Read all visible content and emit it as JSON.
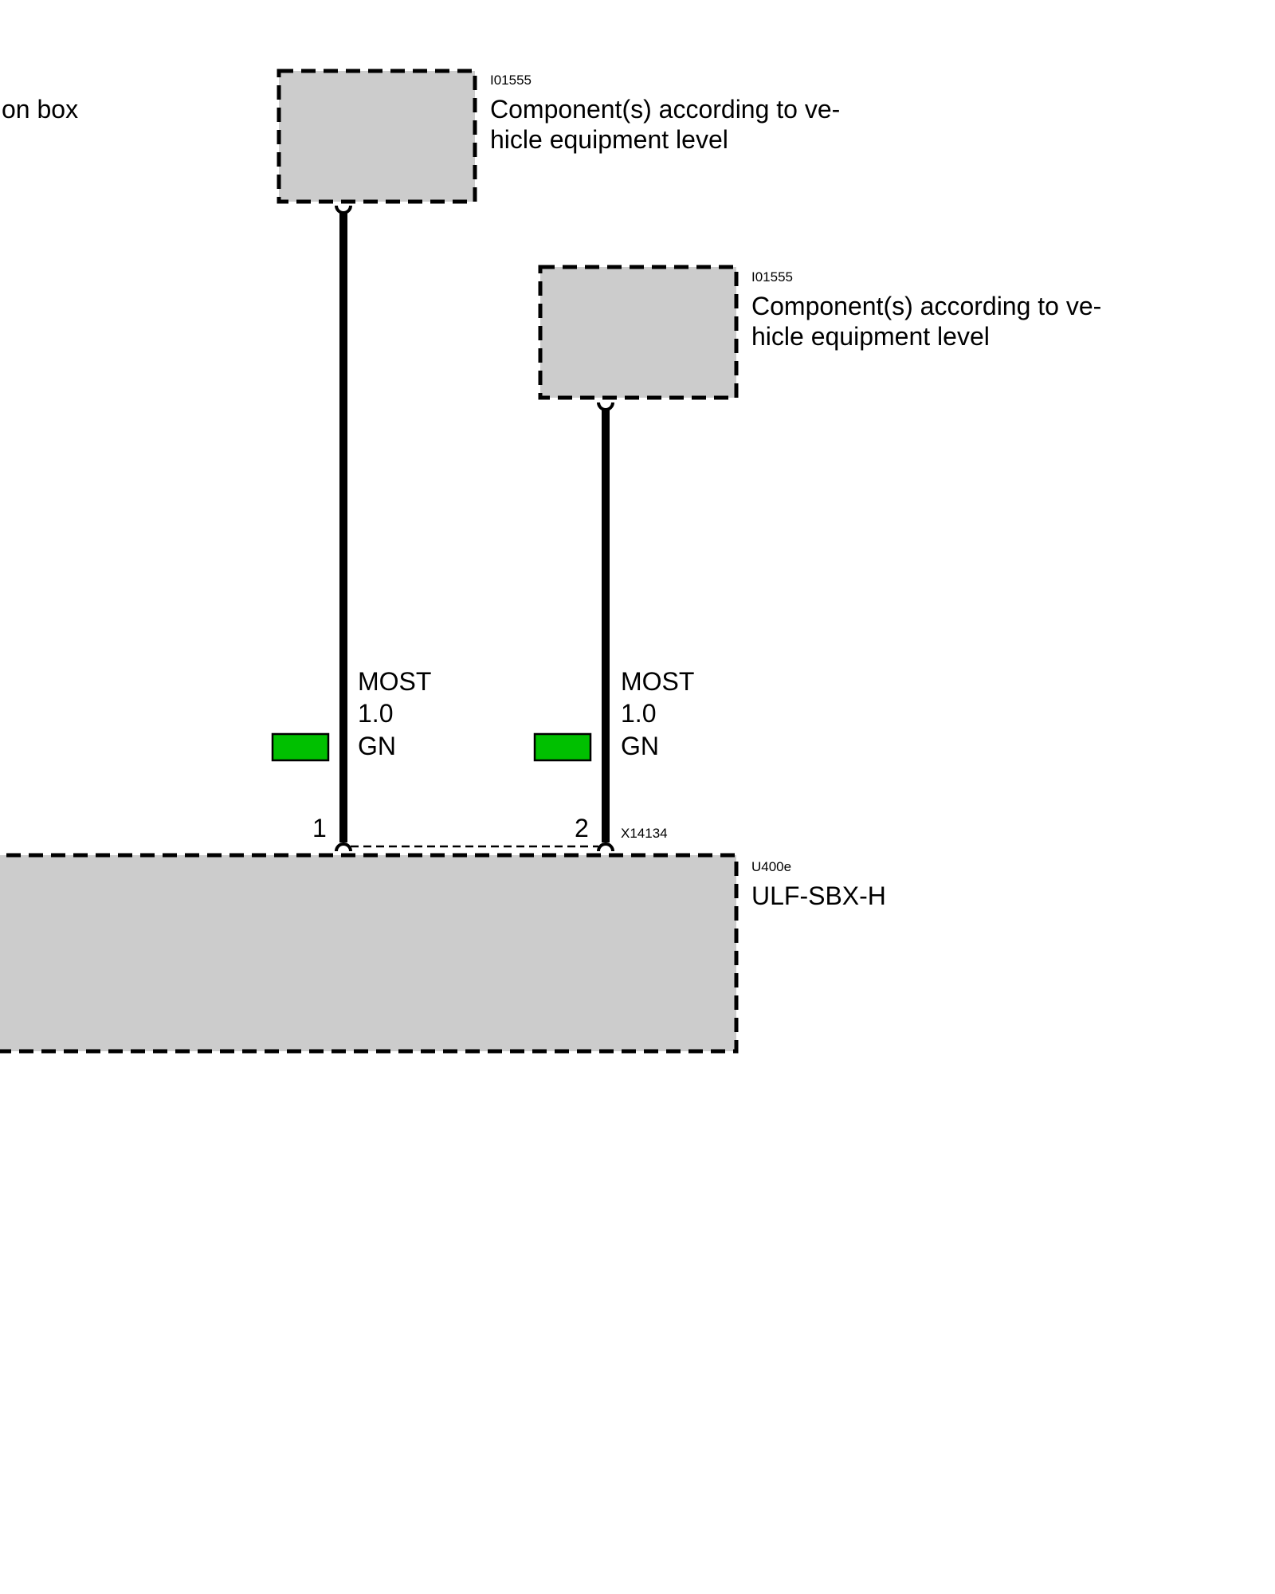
{
  "partial_label": "on box",
  "components": [
    {
      "id": "I01555",
      "description_line1": "Component(s) according to ve-",
      "description_line2": "hicle equipment level"
    },
    {
      "id": "I01555",
      "description_line1": "Component(s) according to ve-",
      "description_line2": "hicle equipment level"
    }
  ],
  "wires": [
    {
      "bus": "MOST",
      "gauge": "1.0",
      "color_code": "GN",
      "color_hex": "#00c000",
      "pin": "1"
    },
    {
      "bus": "MOST",
      "gauge": "1.0",
      "color_code": "GN",
      "color_hex": "#00c000",
      "pin": "2"
    }
  ],
  "connector": {
    "id": "X14134"
  },
  "control_unit": {
    "id": "U400e",
    "name": "ULF-SBX-H"
  }
}
